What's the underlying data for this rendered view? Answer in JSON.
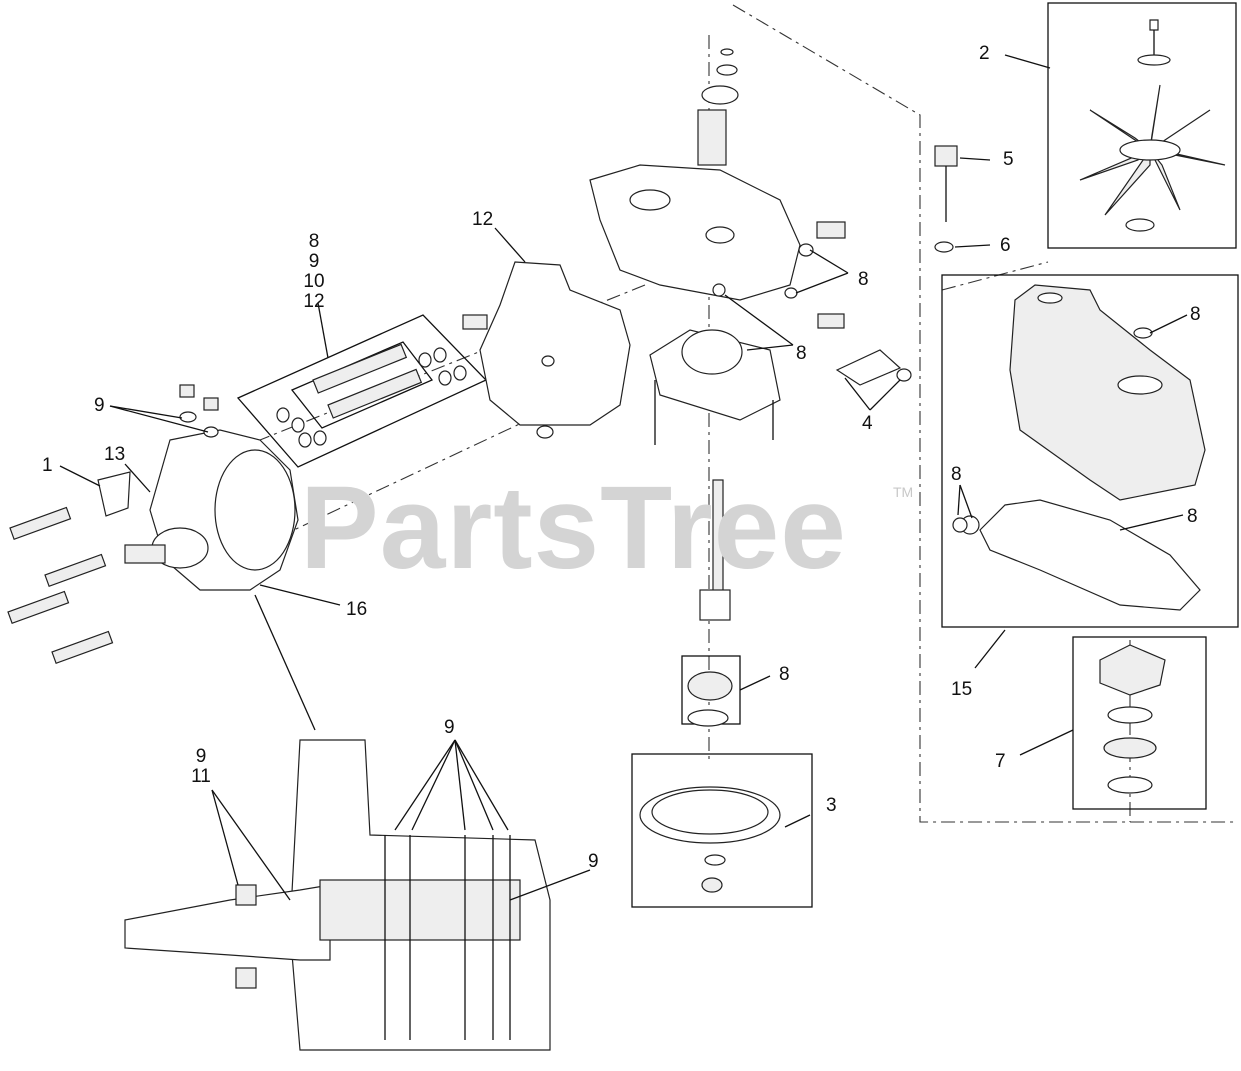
{
  "watermark": {
    "text": "PartsTree",
    "tm": "TM"
  },
  "callouts": {
    "c1": "1",
    "c2": "2",
    "c3": "3",
    "c4": "4",
    "c5": "5",
    "c6": "6",
    "c7": "7",
    "c8_kit": "8",
    "c9_kit": "9",
    "c10_kit": "10",
    "c12_kit": "12",
    "c8_a": "8",
    "c8_b": "8",
    "c8_c": "8",
    "c8_d": "8",
    "c8_e": "8",
    "c8_f": "8",
    "c9_a": "9",
    "c9_b": "9",
    "c9_c": "9",
    "c11": "11",
    "c12": "12",
    "c13": "13",
    "c15": "15",
    "c16": "16"
  }
}
